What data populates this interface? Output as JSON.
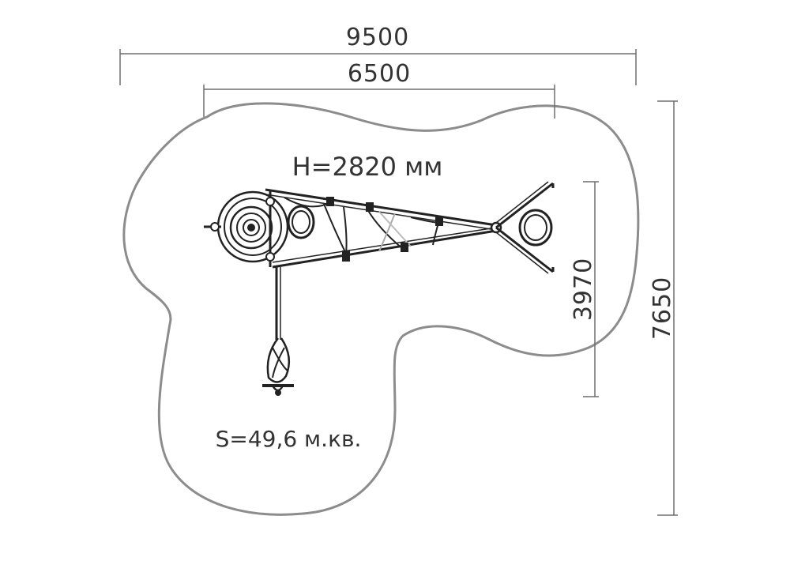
{
  "dimensions": {
    "total_width": "9500",
    "inner_width": "6500",
    "total_height": "7650",
    "equipment_depth": "3970"
  },
  "height_label": "H=2820 мм",
  "area_label": "S=49,6 м.кв.",
  "colors": {
    "outline": "#8c8c8c",
    "equipment": "#222222",
    "dimension_line": "#6e6e6e",
    "text": "#333333"
  }
}
